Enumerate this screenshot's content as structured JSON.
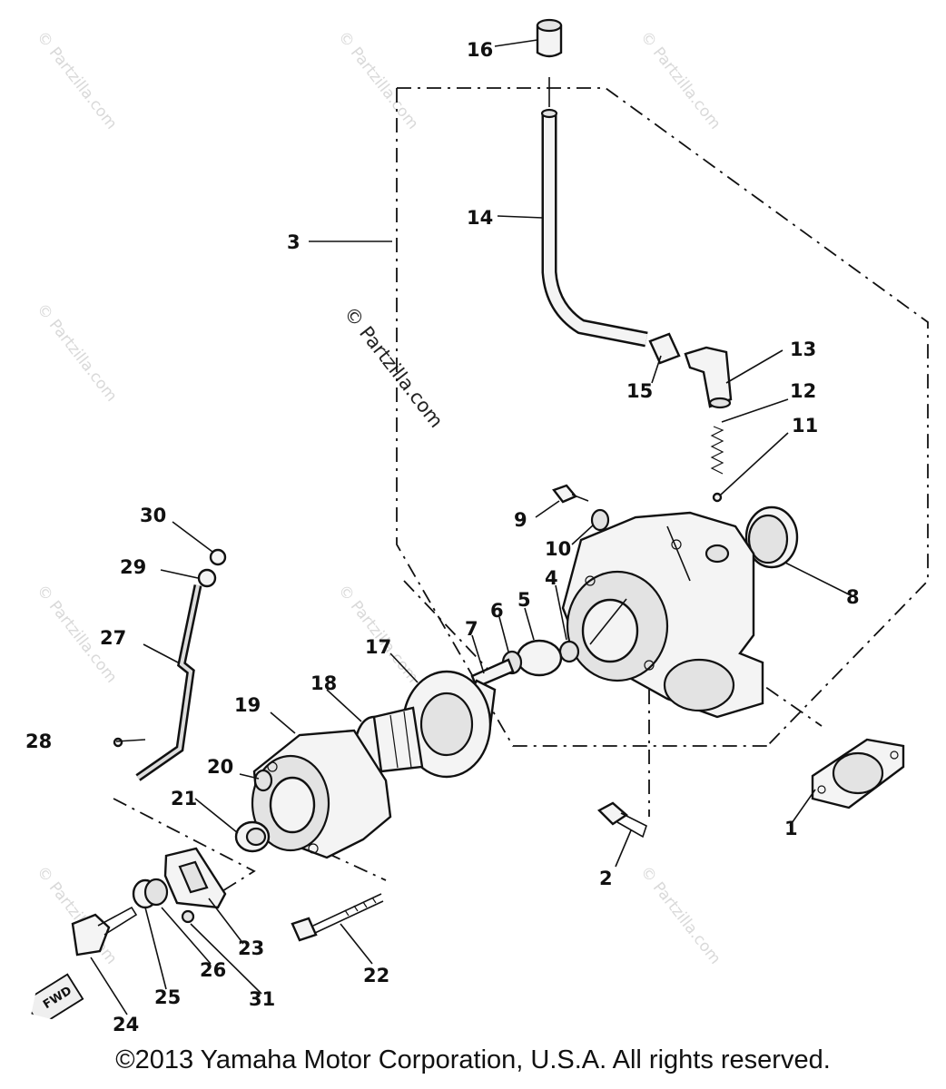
{
  "diagram": {
    "callouts": [
      "1",
      "2",
      "3",
      "4",
      "5",
      "6",
      "7",
      "8",
      "9",
      "10",
      "11",
      "12",
      "13",
      "14",
      "15",
      "16",
      "17",
      "18",
      "19",
      "20",
      "21",
      "22",
      "23",
      "24",
      "25",
      "26",
      "27",
      "28",
      "29",
      "30",
      "31"
    ],
    "watermark": "© Partzilla.com",
    "fwd_marker": "FWD",
    "copyright": "©2013 Yamaha Motor Corporation, U.S.A. All rights reserved."
  }
}
